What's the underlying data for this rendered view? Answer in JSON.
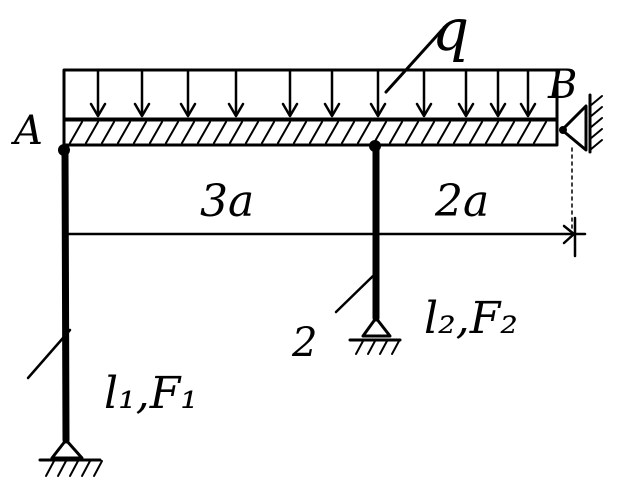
{
  "labels": {
    "load": "q",
    "point_a": "A",
    "point_b": "B",
    "span_left": "3a",
    "span_right": "2a",
    "rod_1_props": "l₁,F₁",
    "rod_2_props": "l₂,F₂",
    "rod_2_number": "2"
  },
  "colors": {
    "ink": "#000000",
    "background": "#ffffff"
  }
}
